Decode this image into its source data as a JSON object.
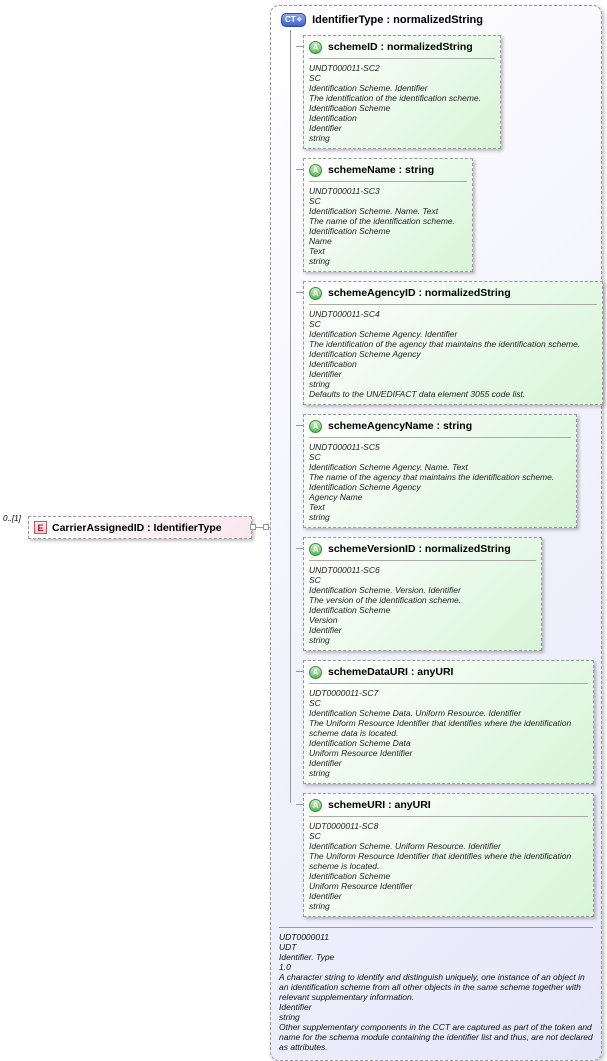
{
  "diagram": {
    "element": {
      "occurrence": "0..[1]",
      "icon": "E",
      "title": "CarrierAssignedID : IdentifierType"
    },
    "type": {
      "icon": "CT",
      "diamond_icon": "◆",
      "title": "IdentifierType : normalizedString",
      "attributes": [
        {
          "icon": "A",
          "title": "schemeID : normalizedString",
          "details": [
            "UNDT000011-SC2",
            "SC",
            "Identification Scheme. Identifier",
            "The identification of the identification scheme.",
            "Identification Scheme",
            "Identification",
            "Identifier",
            "string"
          ]
        },
        {
          "icon": "A",
          "title": "schemeName : string",
          "details": [
            "UNDT000011-SC3",
            "SC",
            "Identification Scheme. Name. Text",
            "The name of the identification scheme.",
            "Identification Scheme",
            "Name",
            "Text",
            "string"
          ]
        },
        {
          "icon": "A",
          "title": "schemeAgencyID : normalizedString",
          "details": [
            "UNDT000011-SC4",
            "SC",
            "Identification Scheme Agency. Identifier",
            "The identification of the agency that maintains the identification scheme.",
            "Identification Scheme Agency",
            "Identification",
            "Identifier",
            "string",
            "Defaults to the UN/EDIFACT data element 3055 code list."
          ]
        },
        {
          "icon": "A",
          "title": "schemeAgencyName : string",
          "details": [
            "UNDT000011-SC5",
            "SC",
            "Identification Scheme Agency. Name. Text",
            "The name of the agency that maintains the identification scheme.",
            "Identification Scheme Agency",
            "Agency Name",
            "Text",
            "string"
          ]
        },
        {
          "icon": "A",
          "title": "schemeVersionID : normalizedString",
          "details": [
            "UNDT000011-SC6",
            "SC",
            "Identification Scheme. Version. Identifier",
            "The version of the identification scheme.",
            "Identification Scheme",
            "Version",
            "Identifier",
            "string"
          ]
        },
        {
          "icon": "A",
          "title": "schemeDataURI : anyURI",
          "details": [
            "UDT0000011-SC7",
            "SC",
            "Identification Scheme Data. Uniform Resource. Identifier",
            "The Uniform Resource Identifier that identifies where the identification scheme data is located.",
            "Identification Scheme Data",
            "Uniform Resource Identifier",
            "Identifier",
            "string"
          ]
        },
        {
          "icon": "A",
          "title": "schemeURI : anyURI",
          "details": [
            "UDT0000011-SC8",
            "SC",
            "Identification Scheme. Uniform Resource. Identifier",
            "The Uniform Resource Identifier that identifies where the identification scheme is located.",
            "Identification Scheme",
            "Uniform Resource Identifier",
            "Identifier",
            "string"
          ]
        }
      ],
      "annotation": [
        "UDT0000011",
        "UDT",
        "Identifier. Type",
        "1.0",
        "A character string to identify and distinguish uniquely, one instance of an object in an identification scheme from all other objects in the same scheme together with relevant supplementary information.",
        "Identifier",
        "string",
        "Other supplementary components in the CCT are captured as part of the token and name for the schema module containing the identifier list and thus, are not declared as attributes."
      ]
    }
  },
  "colors": {
    "border": "#999999",
    "type_fill": "#e6e6fa",
    "attr_fill": "#d8f5d8",
    "element_fill": "#fae6ee",
    "ct_blue": "#4063c8",
    "a_green": "#5cb85c",
    "e_red": "#cc5566"
  }
}
